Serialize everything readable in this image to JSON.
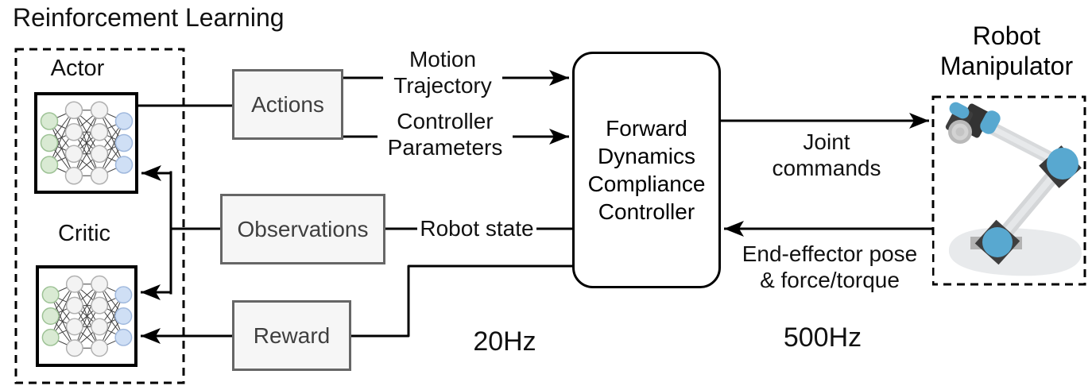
{
  "title": "Reinforcement Learning",
  "rl_group": {
    "actor_label": "Actor",
    "critic_label": "Critic"
  },
  "boxes": {
    "actions": "Actions",
    "observations": "Observations",
    "reward": "Reward"
  },
  "controller": {
    "lines": [
      "Forward",
      "Dynamics",
      "Compliance",
      "Controller"
    ]
  },
  "robot": {
    "title_lines": [
      "Robot",
      "Manipulator"
    ]
  },
  "edges": {
    "motion_trajectory": [
      "Motion",
      "Trajectory"
    ],
    "controller_parameters": [
      "Controller",
      "Parameters"
    ],
    "robot_state": "Robot state",
    "joint_commands": [
      "Joint",
      "commands"
    ],
    "end_effector": [
      "End-effector pose",
      "& force/torque"
    ]
  },
  "rates": {
    "rl_loop": "20Hz",
    "control_loop": "500Hz"
  },
  "icons": {
    "actor_icon": "neural-network-icon",
    "critic_icon": "neural-network-icon",
    "robot_icon": "robot-arm-icon",
    "neural_network_layers": [
      3,
      4,
      4,
      3
    ]
  },
  "colors": {
    "robot_blue": "#58a8d0",
    "robot_dark": "#3a3a3a",
    "robot_link": "#d9dbdd",
    "box_fill": "#f6f6f6",
    "box_border": "#666666",
    "node_green_fill": "#d9ead3",
    "node_green_stroke": "#9dc295",
    "node_gray_fill": "#f3f3f3",
    "node_gray_stroke": "#b0b0b0",
    "node_blue_fill": "#cfdff5",
    "node_blue_stroke": "#9fb8dd",
    "line_black": "#000000"
  }
}
